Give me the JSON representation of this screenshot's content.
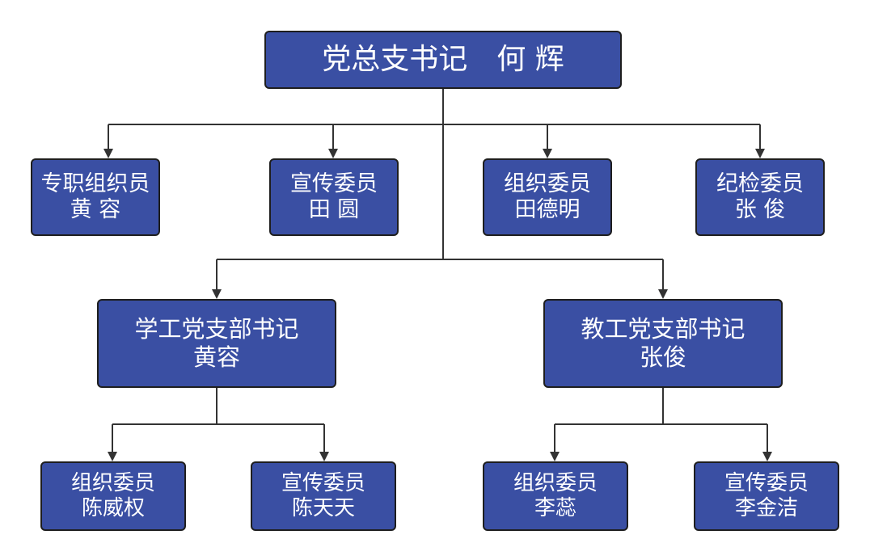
{
  "colors": {
    "node_fill": "#3a4fa3",
    "node_border": "#1e1e1e",
    "node_text": "#ffffff",
    "connector": "#333333"
  },
  "root": {
    "title": "党总支书记　何 辉"
  },
  "committee": [
    {
      "role": "专职组织员",
      "name": "黄 容"
    },
    {
      "role": "宣传委员",
      "name": "田 圆"
    },
    {
      "role": "组织委员",
      "name": "田德明"
    },
    {
      "role": "纪检委员",
      "name": "张 俊"
    }
  ],
  "branches": [
    {
      "role": "学工党支部书记",
      "name": "黄容",
      "members": [
        {
          "role": "组织委员",
          "name": "陈威权"
        },
        {
          "role": "宣传委员",
          "name": "陈天天"
        }
      ]
    },
    {
      "role": "教工党支部书记",
      "name": "张俊",
      "members": [
        {
          "role": "组织委员",
          "name": "李蕊"
        },
        {
          "role": "宣传委员",
          "name": "李金洁"
        }
      ]
    }
  ]
}
